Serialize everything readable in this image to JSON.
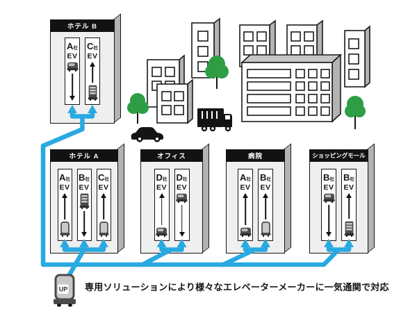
{
  "caption": "専用ソリューションにより様々なエレベーターメーカーに一気通関で対応",
  "up_robot": {
    "label": "UP"
  },
  "colors": {
    "accent_blue": "#29A9E1",
    "tree_green": "#2E9E44",
    "building_front": "#EFEFEF",
    "building_side": "#B3B3B3",
    "header_black": "#121212"
  },
  "buildings": [
    {
      "name": "hotel-b",
      "label": "ホテル B",
      "shafts": [
        {
          "maker": "A",
          "maker_unit": "社",
          "car": "EV",
          "direction": "down",
          "robot": "cart",
          "robot_position": "top"
        },
        {
          "maker": "C",
          "maker_unit": "社",
          "car": "EV",
          "direction": "up",
          "robot": "shelf",
          "robot_position": "bottom"
        }
      ]
    },
    {
      "name": "hotel-a",
      "label": "ホテル A",
      "shafts": [
        {
          "maker": "A",
          "maker_unit": "社",
          "car": "EV",
          "direction": "up",
          "robot": "tall",
          "robot_position": "bottom"
        },
        {
          "maker": "B",
          "maker_unit": "社",
          "car": "EV",
          "direction": "down",
          "robot": "shelf",
          "robot_position": "top"
        },
        {
          "maker": "C",
          "maker_unit": "社",
          "car": "EV",
          "direction": "up",
          "robot": "tall",
          "robot_position": "bottom"
        }
      ]
    },
    {
      "name": "office",
      "label": "オフィス",
      "shafts": [
        {
          "maker": "D",
          "maker_unit": "社",
          "car": "EV",
          "direction": "up",
          "robot": "cart",
          "robot_position": "bottom"
        },
        {
          "maker": "D",
          "maker_unit": "社",
          "car": "EV",
          "direction": "down",
          "robot": "cart",
          "robot_position": "top"
        }
      ]
    },
    {
      "name": "hospital",
      "label": "病院",
      "shafts": [
        {
          "maker": "A",
          "maker_unit": "社",
          "car": "EV",
          "direction": "up",
          "robot": "cart",
          "robot_position": "bottom"
        },
        {
          "maker": "B",
          "maker_unit": "社",
          "car": "EV",
          "direction": "up",
          "robot": "tall",
          "robot_position": "bottom"
        }
      ]
    },
    {
      "name": "shopping-mall",
      "label": "ショッピングモール",
      "shafts": [
        {
          "maker": "B",
          "maker_unit": "社",
          "car": "EV",
          "direction": "down",
          "robot": "cart",
          "robot_position": "top"
        },
        {
          "maker": "B",
          "maker_unit": "社",
          "car": "EV",
          "direction": "up",
          "robot": "shelf",
          "robot_position": "bottom"
        }
      ]
    }
  ]
}
